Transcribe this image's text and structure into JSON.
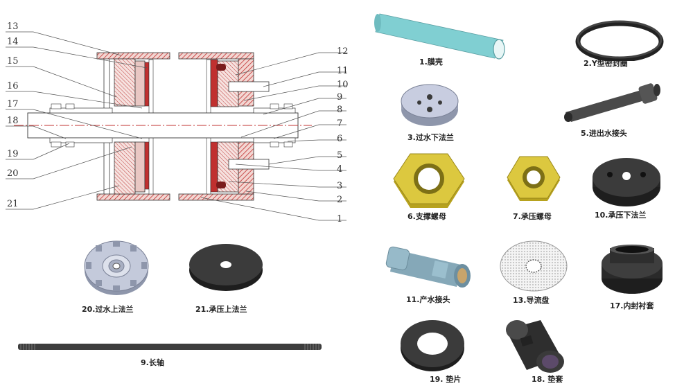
{
  "callouts": {
    "left": [
      "13",
      "14",
      "15",
      "16",
      "17",
      "18",
      "19",
      "20",
      "21"
    ],
    "right": [
      "12",
      "11",
      "10",
      "9",
      "8",
      "7",
      "6",
      "5",
      "4",
      "3",
      "2",
      "1"
    ]
  },
  "parts": {
    "p1": "1.膜壳",
    "p2": "2.Y型密封圈",
    "p3": "3.过水下法兰",
    "p5": "5.进出水接头",
    "p6": "6.支撑螺母",
    "p7": "7.承压螺母",
    "p10": "10.承压下法兰",
    "p11": "11.产水接头",
    "p13": "13.导流盘",
    "p17": "17.内封衬套",
    "p19": "19. 垫片",
    "p18": "18. 垫套",
    "p20": "20.过水上法兰",
    "p21": "21.承压上法兰",
    "p9": "9.长轴"
  },
  "colors": {
    "hatch_red": "#c0302f",
    "cyan_tube": "#7fd0d3",
    "brass": "#d9c23a",
    "dark_gray": "#3a3a3a",
    "silver": "#b9bfd0"
  }
}
